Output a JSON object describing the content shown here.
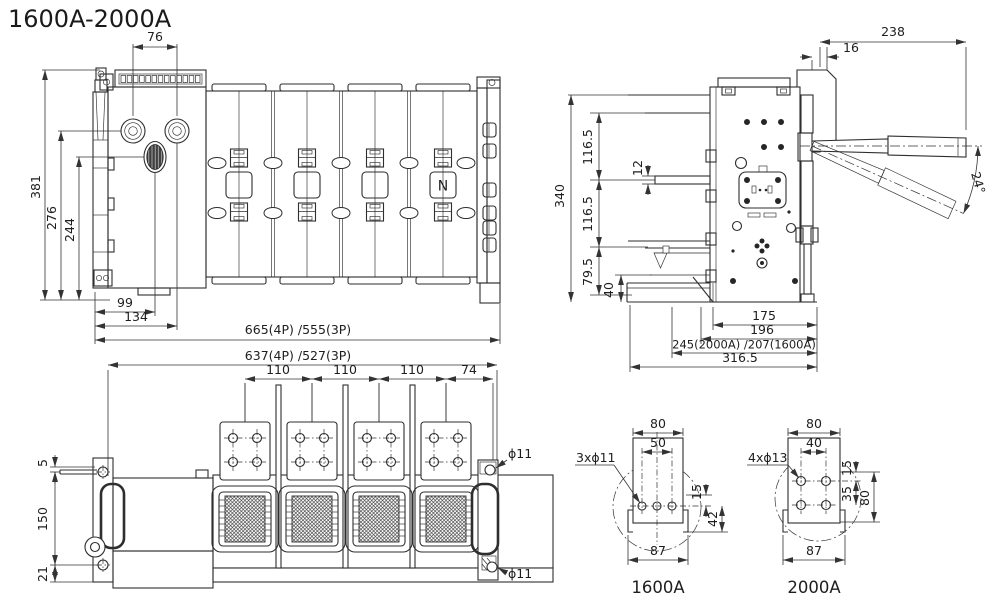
{
  "title": "1600A-2000A",
  "front": {
    "d76": "76",
    "d381": "381",
    "d276": "276",
    "d244": "244",
    "d99": "99",
    "d134": "134",
    "overall_width": "665(4P) /555(3P)",
    "neutral": "N"
  },
  "side": {
    "d238": "238",
    "d16": "16",
    "d116_top": "116.5",
    "d116_mid": "116.5",
    "d12": "12",
    "d340": "340",
    "d79_5": "79.5",
    "d40": "40",
    "handle_angle": "24°",
    "d175": "175",
    "d196": "196",
    "d245_207": "245(2000A) /207(1600A)",
    "d316_5": "316.5"
  },
  "bottom": {
    "inner_width": "637(4P) /527(3P)",
    "d110_1": "110",
    "d110_2": "110",
    "d110_3": "110",
    "d74": "74",
    "d5": "5",
    "d150": "150",
    "d21": "21",
    "phi11_top": "ϕ11",
    "phi11_bot": "ϕ11"
  },
  "detail_1600": {
    "name": "1600A",
    "holes": "3xϕ11",
    "d80": "80",
    "d50": "50",
    "d15": "15",
    "d42": "42",
    "d87": "87"
  },
  "detail_2000": {
    "name": "2000A",
    "holes": "4xϕ13",
    "d80_top": "80",
    "d40": "40",
    "d15": "15",
    "d35": "35",
    "d80_side": "80",
    "d87": "87"
  }
}
